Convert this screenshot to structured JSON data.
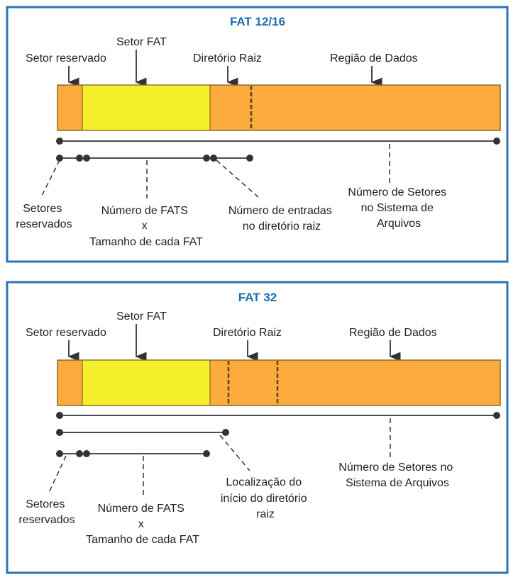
{
  "panels": [
    {
      "title": "FAT 12/16",
      "labels": {
        "setor_reservado": "Setor reservado",
        "setor_fat": "Setor FAT",
        "diretorio_raiz": "Diretório Raiz",
        "regiao_dados": "Região de Dados"
      },
      "notes": {
        "setores_reservados": [
          "Setores",
          "reservados"
        ],
        "numero_fats": [
          "Número de FATS",
          "x",
          "Tamanho de cada FAT"
        ],
        "entradas_raiz": [
          "Número de entradas",
          "no diretório raiz"
        ],
        "numero_setores": [
          "Número de Setores",
          "no Sistema de",
          "Arquivos"
        ]
      }
    },
    {
      "title": "FAT 32",
      "labels": {
        "setor_reservado": "Setor reservado",
        "setor_fat": "Setor FAT",
        "diretorio_raiz": "Diretório Raiz",
        "regiao_dados": "Região de Dados"
      },
      "notes": {
        "setores_reservados": [
          "Setores",
          "reservados"
        ],
        "numero_fats": [
          "Número de FATS",
          "x",
          "Tamanho de cada FAT"
        ],
        "localizacao_raiz": [
          "Localização do",
          "início do diretório",
          "raiz"
        ],
        "numero_setores": [
          "Número de Setores no",
          "Sistema de  Arquivos"
        ]
      }
    }
  ],
  "colors": {
    "panel_border": "#2a73b5",
    "title": "#1e6cb5",
    "region_orange": "#fbac3c",
    "fat_yellow": "#f5ee2a"
  }
}
